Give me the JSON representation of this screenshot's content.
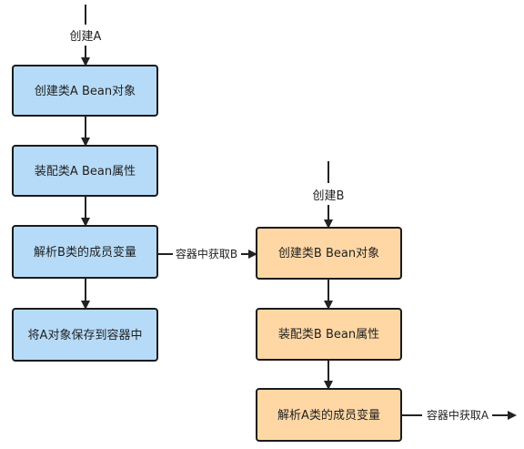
{
  "colors": {
    "blue_fill": "#b6dbf8",
    "orange_fill": "#ffd7a5",
    "stroke": "#1a1a1a"
  },
  "flow_a": {
    "start_label": "创建A",
    "nodes": [
      "创建类A Bean对象",
      "装配类A Bean属性",
      "解析B类的成员变量",
      "将A对象保存到容器中"
    ],
    "edge_label": "容器中获取B"
  },
  "flow_b": {
    "start_label": "创建B",
    "nodes": [
      "创建类B Bean对象",
      "装配类B Bean属性",
      "解析A类的成员变量"
    ],
    "edge_label": "容器中获取A"
  }
}
